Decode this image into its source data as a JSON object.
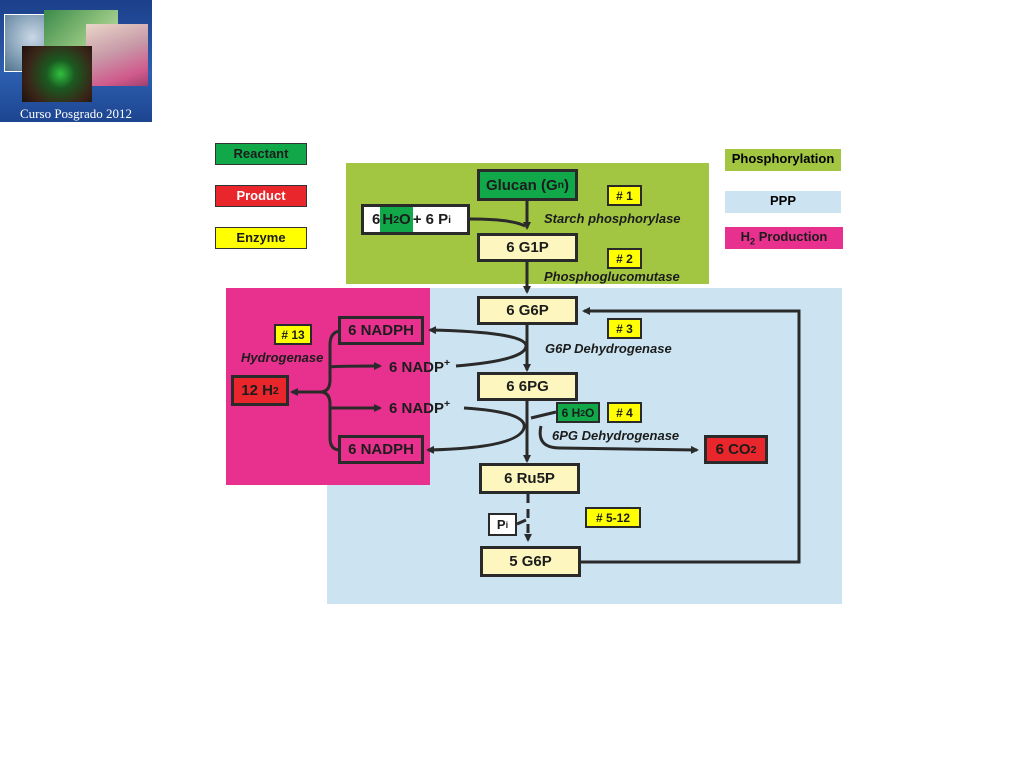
{
  "logo": {
    "caption": "Curso Posgrado 2012"
  },
  "legend_left": [
    {
      "label": "Reactant",
      "color": "#11a84a"
    },
    {
      "label": "Product",
      "color": "#e8262b"
    },
    {
      "label": "Enzyme",
      "color": "#ffff00"
    }
  ],
  "legend_right": {
    "phosphorylation": {
      "label": "Phosphorylation",
      "color": "#a2c642"
    },
    "ppp": {
      "label": "PPP",
      "color": "#cce4f1"
    },
    "h2_prefix": "H",
    "h2_sub": "2",
    "h2_suffix": " Production",
    "h2_color": "#e8318f"
  },
  "nodes": {
    "glucan": {
      "text": "Glucan (G",
      "sub": "n",
      "close": ")"
    },
    "water_phosphate": {
      "six": "6 ",
      "h": "H",
      "h_sub": "2",
      "o": "O",
      "plus": " + 6 P",
      "p_sub": "i"
    },
    "g1p": "6 G1P",
    "g6p": "6 G6P",
    "pg": "6 6PG",
    "ru5p": "6 Ru5P",
    "g6p5": "5 G6P",
    "nadph_top": "6 NADPH",
    "nadph_bottom": "6 NADPH",
    "nadp_top": {
      "text": "6 NADP",
      "sup": "+"
    },
    "nadp_bottom": {
      "text": "6 NADP",
      "sup": "+"
    },
    "h2": {
      "text": "12 H",
      "sub": "2"
    },
    "co2": {
      "text": "6 CO",
      "sub": "2"
    },
    "h2o_small": {
      "text": "6 H",
      "sub": "2",
      "tail": "O"
    },
    "pi": {
      "text": "P",
      "sub": "i"
    }
  },
  "enzymes": {
    "e1": {
      "tag": "# 1",
      "name": "Starch phosphorylase"
    },
    "e2": {
      "tag": "# 2",
      "name": "Phosphoglucomutase"
    },
    "e3": {
      "tag": "# 3",
      "name": "G6P Dehydrogenase"
    },
    "e4": {
      "tag": "# 4",
      "name": "6PG Dehydrogenase"
    },
    "e5": {
      "tag": "# 5-12"
    },
    "e13": {
      "tag": "# 13",
      "name": "Hydrogenase"
    }
  },
  "colors": {
    "reactant": "#11a84a",
    "product": "#e8262b",
    "enzyme": "#ffff00",
    "node_fill": "#fdf7bf",
    "phosphorylation_region": "#a2c642",
    "ppp_region": "#cce4f1",
    "h2_region": "#e8318f"
  }
}
